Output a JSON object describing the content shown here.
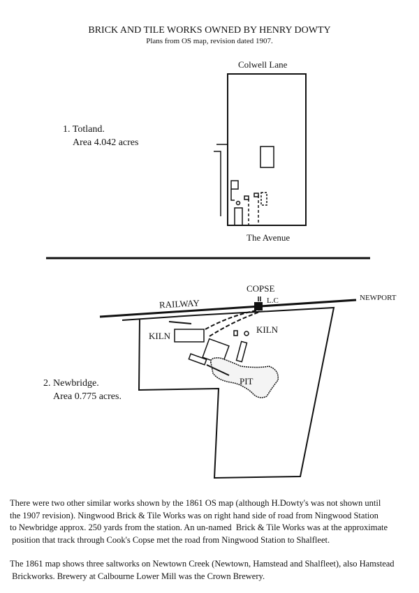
{
  "header": {
    "title": "BRICK AND TILE WORKS OWNED BY HENRY DOWTY",
    "subtitle": "Plans from OS map, revision dated 1907."
  },
  "totland": {
    "name": "1. Totland.",
    "area": "Area 4.042 acres",
    "road_top": "Colwell Lane",
    "road_bottom": "The Avenue"
  },
  "newbridge": {
    "name": "2. Newbridge.",
    "area": "Area 0.775 acres.",
    "labels": {
      "copse": "COPSE",
      "lc": "L.C",
      "newport": "NEWPORT",
      "railway": "RAILWAY",
      "kiln_left": "KILN",
      "kiln_right": "KILN",
      "pit": "PIT"
    }
  },
  "notes": {
    "paragraph1": [
      "There were two other similar works shown by the 1861 OS map (although H.Dowty's was not shown until",
      "the 1907 revision). Ningwood Brick & Tile Works was on right hand side of road from Ningwood Station",
      "to Newbridge approx. 250 yards from the station. An un-named  Brick & Tile Works was at the approximate",
      " position that track through Cook's Copse met the road from Ningwood Station to Shalfleet."
    ],
    "paragraph2": [
      "The 1861 map shows three saltworks on Newtown Creek (Newtown, Hamstead and Shalfleet), also Hamstead",
      " Brickworks. Brewery at Calbourne Lower Mill was the Crown Brewery."
    ]
  }
}
